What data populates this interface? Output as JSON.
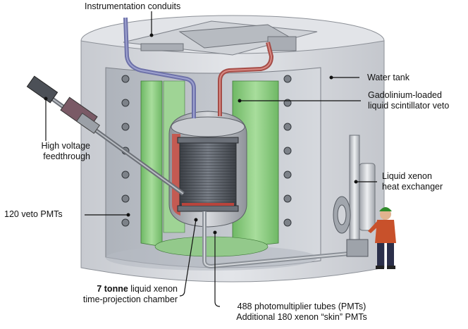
{
  "labels": {
    "instrumentation": "Instrumentation conduits",
    "water_tank": "Water tank",
    "gd_veto_line1": "Gadolinium-loaded",
    "gd_veto_line2": "liquid scintillator veto",
    "hv_line1": "High voltage",
    "hv_line2": "feedthrough",
    "hx_line1": "Liquid xenon",
    "hx_line2": "heat exchanger",
    "veto_pmts": "120 veto PMTs",
    "tpc_bold": "7 tonne",
    "tpc_rest": " liquid xenon",
    "tpc_line2": "time-projection chamber",
    "pmt_line1": "488 photomultiplier tubes (PMTs)",
    "pmt_line2": "Additional 180 xenon “skin” PMTs"
  },
  "colors": {
    "tank_outer": "#d8dbe0",
    "tank_inner": "#c3c7ce",
    "scintillator_green": "#8fcf86",
    "cryostat": "#b9bcc2",
    "tpc_core": "#5a5f66",
    "conduit_blue": "#7c80b8",
    "conduit_red": "#c0605a",
    "person_shirt": "#c8512b",
    "person_helmet": "#2f8a2a"
  }
}
